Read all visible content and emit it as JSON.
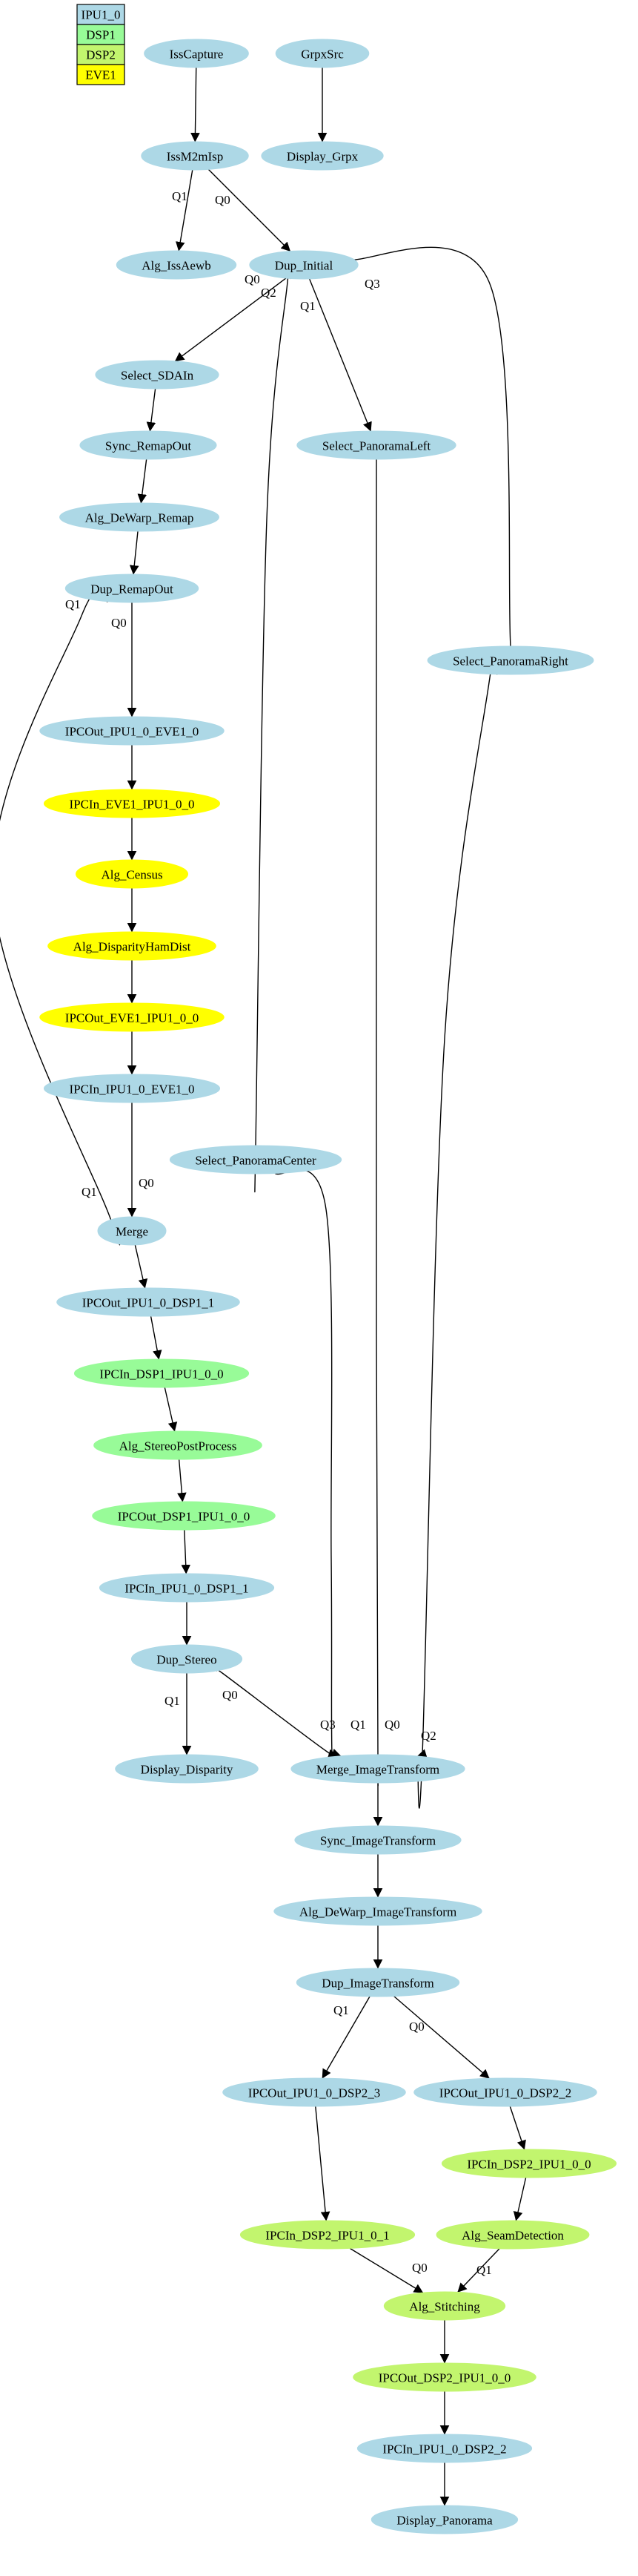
{
  "colors": {
    "IPU1_0": "#add8e6",
    "DSP1": "#98fb98",
    "DSP2": "#c2f56e",
    "EVE1": "#ffff00"
  },
  "legend": [
    "IPU1_0",
    "DSP1",
    "DSP2",
    "EVE1"
  ],
  "nodes": [
    {
      "id": "IssCapture",
      "label": "IssCapture",
      "core": "IPU1_0"
    },
    {
      "id": "GrpxSrc",
      "label": "GrpxSrc",
      "core": "IPU1_0"
    },
    {
      "id": "IssM2mIsp",
      "label": "IssM2mIsp",
      "core": "IPU1_0"
    },
    {
      "id": "Display_Grpx",
      "label": "Display_Grpx",
      "core": "IPU1_0"
    },
    {
      "id": "Alg_IssAewb",
      "label": "Alg_IssAewb",
      "core": "IPU1_0"
    },
    {
      "id": "Dup_Initial",
      "label": "Dup_Initial",
      "core": "IPU1_0"
    },
    {
      "id": "Select_SDAIn",
      "label": "Select_SDAIn",
      "core": "IPU1_0"
    },
    {
      "id": "Sync_RemapOut",
      "label": "Sync_RemapOut",
      "core": "IPU1_0"
    },
    {
      "id": "Select_PanoramaLeft",
      "label": "Select_PanoramaLeft",
      "core": "IPU1_0"
    },
    {
      "id": "Alg_DeWarp_Remap",
      "label": "Alg_DeWarp_Remap",
      "core": "IPU1_0"
    },
    {
      "id": "Dup_RemapOut",
      "label": "Dup_RemapOut",
      "core": "IPU1_0"
    },
    {
      "id": "Select_PanoramaRight",
      "label": "Select_PanoramaRight",
      "core": "IPU1_0"
    },
    {
      "id": "IPCOut_IPU1_0_EVE1_0",
      "label": "IPCOut_IPU1_0_EVE1_0",
      "core": "IPU1_0"
    },
    {
      "id": "IPCIn_EVE1_IPU1_0_0",
      "label": "IPCIn_EVE1_IPU1_0_0",
      "core": "EVE1"
    },
    {
      "id": "Alg_Census",
      "label": "Alg_Census",
      "core": "EVE1"
    },
    {
      "id": "Alg_DisparityHamDist",
      "label": "Alg_DisparityHamDist",
      "core": "EVE1"
    },
    {
      "id": "IPCOut_EVE1_IPU1_0_0",
      "label": "IPCOut_EVE1_IPU1_0_0",
      "core": "EVE1"
    },
    {
      "id": "IPCIn_IPU1_0_EVE1_0",
      "label": "IPCIn_IPU1_0_EVE1_0",
      "core": "IPU1_0"
    },
    {
      "id": "Select_PanoramaCenter",
      "label": "Select_PanoramaCenter",
      "core": "IPU1_0"
    },
    {
      "id": "Merge",
      "label": "Merge",
      "core": "IPU1_0"
    },
    {
      "id": "IPCOut_IPU1_0_DSP1_1",
      "label": "IPCOut_IPU1_0_DSP1_1",
      "core": "IPU1_0"
    },
    {
      "id": "IPCIn_DSP1_IPU1_0_0",
      "label": "IPCIn_DSP1_IPU1_0_0",
      "core": "DSP1"
    },
    {
      "id": "Alg_StereoPostProcess",
      "label": "Alg_StereoPostProcess",
      "core": "DSP1"
    },
    {
      "id": "IPCOut_DSP1_IPU1_0_0",
      "label": "IPCOut_DSP1_IPU1_0_0",
      "core": "DSP1"
    },
    {
      "id": "IPCIn_IPU1_0_DSP1_1",
      "label": "IPCIn_IPU1_0_DSP1_1",
      "core": "IPU1_0"
    },
    {
      "id": "Dup_Stereo",
      "label": "Dup_Stereo",
      "core": "IPU1_0"
    },
    {
      "id": "Display_Disparity",
      "label": "Display_Disparity",
      "core": "IPU1_0"
    },
    {
      "id": "Merge_ImageTransform",
      "label": "Merge_ImageTransform",
      "core": "IPU1_0"
    },
    {
      "id": "Sync_ImageTransform",
      "label": "Sync_ImageTransform",
      "core": "IPU1_0"
    },
    {
      "id": "Alg_DeWarp_ImageTransform",
      "label": "Alg_DeWarp_ImageTransform",
      "core": "IPU1_0"
    },
    {
      "id": "Dup_ImageTransform",
      "label": "Dup_ImageTransform",
      "core": "IPU1_0"
    },
    {
      "id": "IPCOut_IPU1_0_DSP2_3",
      "label": "IPCOut_IPU1_0_DSP2_3",
      "core": "IPU1_0"
    },
    {
      "id": "IPCOut_IPU1_0_DSP2_2",
      "label": "IPCOut_IPU1_0_DSP2_2",
      "core": "IPU1_0"
    },
    {
      "id": "IPCIn_DSP2_IPU1_0_0",
      "label": "IPCIn_DSP2_IPU1_0_0",
      "core": "DSP2"
    },
    {
      "id": "IPCIn_DSP2_IPU1_0_1",
      "label": "IPCIn_DSP2_IPU1_0_1",
      "core": "DSP2"
    },
    {
      "id": "Alg_SeamDetection",
      "label": "Alg_SeamDetection",
      "core": "DSP2"
    },
    {
      "id": "Alg_Stitching",
      "label": "Alg_Stitching",
      "core": "DSP2"
    },
    {
      "id": "IPCOut_DSP2_IPU1_0_0",
      "label": "IPCOut_DSP2_IPU1_0_0",
      "core": "DSP2"
    },
    {
      "id": "IPCIn_IPU1_0_DSP2_2",
      "label": "IPCIn_IPU1_0_DSP2_2",
      "core": "IPU1_0"
    },
    {
      "id": "Display_Panorama",
      "label": "Display_Panorama",
      "core": "IPU1_0"
    }
  ],
  "edges": [
    {
      "from": "IssCapture",
      "to": "IssM2mIsp",
      "label": ""
    },
    {
      "from": "GrpxSrc",
      "to": "Display_Grpx",
      "label": ""
    },
    {
      "from": "IssM2mIsp",
      "to": "Alg_IssAewb",
      "label": "Q1"
    },
    {
      "from": "IssM2mIsp",
      "to": "Dup_Initial",
      "label": "Q0"
    },
    {
      "from": "Dup_Initial",
      "to": "Select_SDAIn",
      "label": "Q0"
    },
    {
      "from": "Dup_Initial",
      "to": "Select_PanoramaCenter",
      "label": "Q2"
    },
    {
      "from": "Dup_Initial",
      "to": "Select_PanoramaLeft",
      "label": "Q1"
    },
    {
      "from": "Dup_Initial",
      "to": "Select_PanoramaRight",
      "label": "Q3"
    },
    {
      "from": "Select_SDAIn",
      "to": "Sync_RemapOut",
      "label": ""
    },
    {
      "from": "Sync_RemapOut",
      "to": "Alg_DeWarp_Remap",
      "label": ""
    },
    {
      "from": "Alg_DeWarp_Remap",
      "to": "Dup_RemapOut",
      "label": ""
    },
    {
      "from": "Dup_RemapOut",
      "to": "IPCOut_IPU1_0_EVE1_0",
      "label": "Q0"
    },
    {
      "from": "Dup_RemapOut",
      "to": "Merge",
      "label": "Q1",
      "headlabel": "Q1"
    },
    {
      "from": "IPCOut_IPU1_0_EVE1_0",
      "to": "IPCIn_EVE1_IPU1_0_0",
      "label": ""
    },
    {
      "from": "IPCIn_EVE1_IPU1_0_0",
      "to": "Alg_Census",
      "label": ""
    },
    {
      "from": "Alg_Census",
      "to": "Alg_DisparityHamDist",
      "label": ""
    },
    {
      "from": "Alg_DisparityHamDist",
      "to": "IPCOut_EVE1_IPU1_0_0",
      "label": ""
    },
    {
      "from": "IPCOut_EVE1_IPU1_0_0",
      "to": "IPCIn_IPU1_0_EVE1_0",
      "label": ""
    },
    {
      "from": "IPCIn_IPU1_0_EVE1_0",
      "to": "Merge",
      "label": "",
      "headlabel": "Q0"
    },
    {
      "from": "Merge",
      "to": "IPCOut_IPU1_0_DSP1_1",
      "label": ""
    },
    {
      "from": "IPCOut_IPU1_0_DSP1_1",
      "to": "IPCIn_DSP1_IPU1_0_0",
      "label": ""
    },
    {
      "from": "IPCIn_DSP1_IPU1_0_0",
      "to": "Alg_StereoPostProcess",
      "label": ""
    },
    {
      "from": "Alg_StereoPostProcess",
      "to": "IPCOut_DSP1_IPU1_0_0",
      "label": ""
    },
    {
      "from": "IPCOut_DSP1_IPU1_0_0",
      "to": "IPCIn_IPU1_0_DSP1_1",
      "label": ""
    },
    {
      "from": "IPCIn_IPU1_0_DSP1_1",
      "to": "Dup_Stereo",
      "label": ""
    },
    {
      "from": "Dup_Stereo",
      "to": "Display_Disparity",
      "label": "Q1"
    },
    {
      "from": "Dup_Stereo",
      "to": "Merge_ImageTransform",
      "label": "Q0",
      "headlabel": "Q3"
    },
    {
      "from": "Select_PanoramaCenter",
      "to": "Merge_ImageTransform",
      "label": "",
      "headlabel": "Q1"
    },
    {
      "from": "Select_PanoramaLeft",
      "to": "Merge_ImageTransform",
      "label": "",
      "headlabel": "Q0"
    },
    {
      "from": "Select_PanoramaRight",
      "to": "Merge_ImageTransform",
      "label": "",
      "headlabel": "Q2"
    },
    {
      "from": "Merge_ImageTransform",
      "to": "Sync_ImageTransform",
      "label": ""
    },
    {
      "from": "Sync_ImageTransform",
      "to": "Alg_DeWarp_ImageTransform",
      "label": ""
    },
    {
      "from": "Alg_DeWarp_ImageTransform",
      "to": "Dup_ImageTransform",
      "label": ""
    },
    {
      "from": "Dup_ImageTransform",
      "to": "IPCOut_IPU1_0_DSP2_3",
      "label": "Q1"
    },
    {
      "from": "Dup_ImageTransform",
      "to": "IPCOut_IPU1_0_DSP2_2",
      "label": "Q0"
    },
    {
      "from": "IPCOut_IPU1_0_DSP2_2",
      "to": "IPCIn_DSP2_IPU1_0_0",
      "label": ""
    },
    {
      "from": "IPCOut_IPU1_0_DSP2_3",
      "to": "IPCIn_DSP2_IPU1_0_1",
      "label": ""
    },
    {
      "from": "IPCIn_DSP2_IPU1_0_0",
      "to": "Alg_SeamDetection",
      "label": ""
    },
    {
      "from": "IPCIn_DSP2_IPU1_0_1",
      "to": "Alg_Stitching",
      "label": "",
      "headlabel": "Q0"
    },
    {
      "from": "Alg_SeamDetection",
      "to": "Alg_Stitching",
      "label": "",
      "headlabel": "Q1"
    },
    {
      "from": "Alg_Stitching",
      "to": "IPCOut_DSP2_IPU1_0_0",
      "label": ""
    },
    {
      "from": "IPCOut_DSP2_IPU1_0_0",
      "to": "IPCIn_IPU1_0_DSP2_2",
      "label": ""
    },
    {
      "from": "IPCIn_IPU1_0_DSP2_2",
      "to": "Display_Panorama",
      "label": ""
    }
  ]
}
